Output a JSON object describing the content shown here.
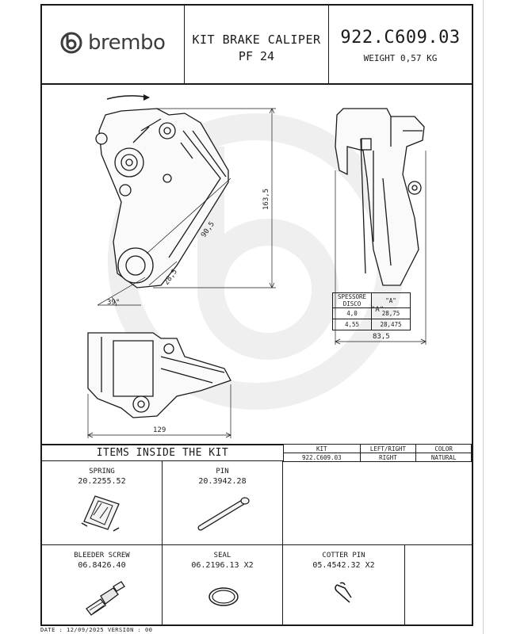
{
  "header": {
    "brand": "brembo",
    "title_line1": "KIT BRAKE CALIPER",
    "title_line2": "PF 24",
    "part_number": "922.C609.03",
    "weight": "WEIGHT 0,57 KG"
  },
  "dimensions": {
    "height": "163,5",
    "hole_spacing": "90,5",
    "offset": "28,5",
    "angle": "39°",
    "width_side": "83,5",
    "width_bottom": "129",
    "section_label": "\"A\""
  },
  "disc_table": {
    "headers": [
      "SPESSORE DISCO",
      "\"A\""
    ],
    "rows": [
      [
        "4,0",
        "28,75"
      ],
      [
        "4,55",
        "28,475"
      ]
    ]
  },
  "items_title": "ITEMS INSIDE THE KIT",
  "kit_table": {
    "headers": [
      "KIT",
      "LEFT/RIGHT",
      "COLOR"
    ],
    "row": [
      "922.C609.03",
      "RIGHT",
      "NATURAL"
    ]
  },
  "items": [
    {
      "name": "SPRING",
      "part": "20.2255.52",
      "icon": "spring-clip-icon"
    },
    {
      "name": "PIN",
      "part": "20.3942.28",
      "icon": "pin-icon"
    },
    {
      "name": "BLEEDER SCREW",
      "part": "06.8426.40",
      "icon": "bleeder-screw-icon"
    },
    {
      "name": "SEAL",
      "part": "06.2196.13 X2",
      "icon": "seal-ring-icon"
    },
    {
      "name": "COTTER PIN",
      "part": "05.4542.32 X2",
      "icon": "cotter-pin-icon"
    }
  ],
  "footer": "DATE : 12/09/2025 VERSION : 00",
  "colors": {
    "line": "#1a1a1a",
    "watermark": "#efefef",
    "brand": "#3d3d3d"
  }
}
